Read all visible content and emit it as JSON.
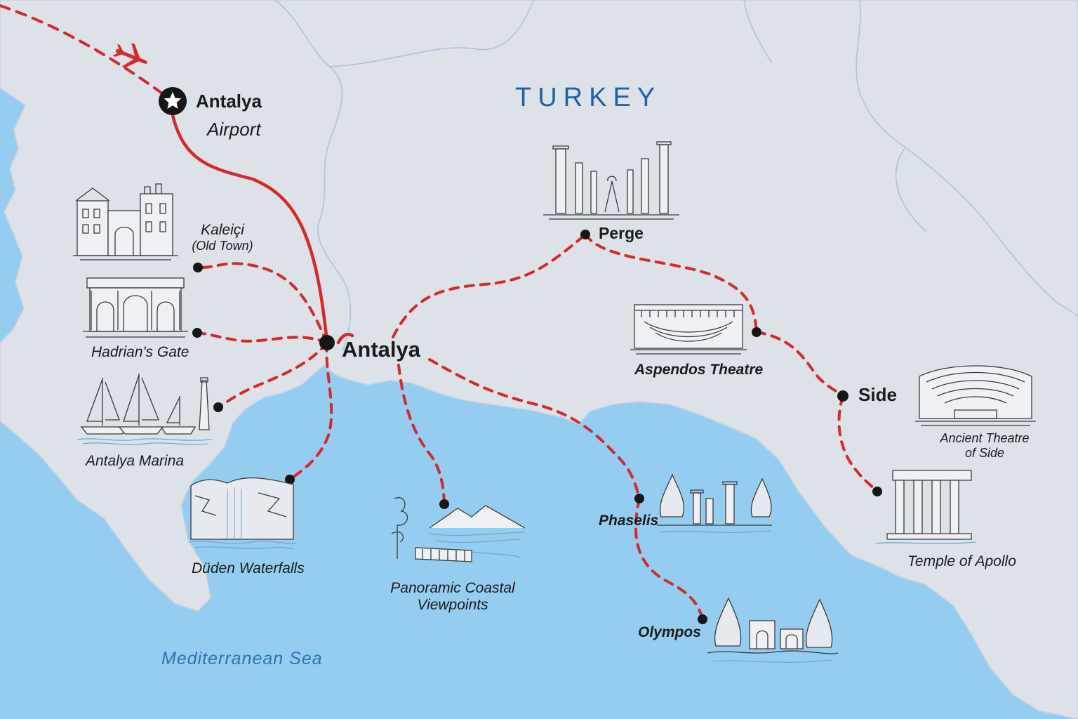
{
  "map": {
    "country_label": "TURKEY",
    "sea_label": "Mediterranean Sea",
    "colors": {
      "land": "#dde1e8",
      "sea": "#95cdf1",
      "route": "#d42a2a",
      "point": "#161616",
      "country_text": "#1f62a6",
      "river": "#a9c3dd"
    }
  },
  "airport": {
    "name": "Antalya",
    "sub": "Airport",
    "icon": "star-airport-icon"
  },
  "flight_icon": "airplane-icon",
  "hub": {
    "name": "Antalya"
  },
  "places": {
    "kaleici": {
      "name": "Kaleiçi",
      "sub": "(Old Town)",
      "illustration": "old-town-buildings-icon"
    },
    "hadrians_gate": {
      "name": "Hadrian's Gate",
      "illustration": "triple-arch-gate-icon"
    },
    "marina": {
      "name": "Antalya Marina",
      "illustration": "sailboats-lighthouse-icon"
    },
    "duden": {
      "name": "Düden Waterfalls",
      "illustration": "waterfall-cliff-icon"
    },
    "panoramic": {
      "name": "Panoramic Coastal",
      "name2": "Viewpoints",
      "illustration": "coastal-viewpoint-icon"
    },
    "perge": {
      "name": "Perge",
      "illustration": "colonnaded-street-ruins-icon"
    },
    "aspendos": {
      "name": "Aspendos Theatre",
      "illustration": "roman-theatre-icon"
    },
    "side": {
      "name": "Side"
    },
    "side_theatre": {
      "name": "Ancient Theatre",
      "name2": "of Side",
      "illustration": "ancient-amphitheatre-icon"
    },
    "apollo": {
      "name": "Temple of Apollo",
      "illustration": "temple-columns-icon"
    },
    "phaselis": {
      "name": "Phaselis",
      "illustration": "forest-column-ruins-icon"
    },
    "olympos": {
      "name": "Olympos",
      "illustration": "forest-stone-ruins-icon"
    }
  }
}
